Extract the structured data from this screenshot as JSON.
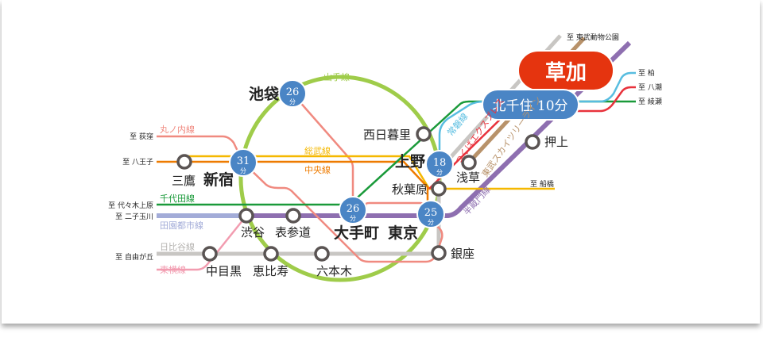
{
  "badges": {
    "soka": "草加",
    "kitasenju": "北千住 10分"
  },
  "lines": {
    "yamanote": "山手線",
    "marunouchi": "丸ノ内線",
    "sobu": "総武線",
    "chuo": "中央線",
    "chiyoda": "千代田線",
    "denentoshi": "田園都市線",
    "hibiya": "日比谷線",
    "toyoko": "東横線",
    "joban": "常磐線",
    "tsukuba": "つくばエクスプレス",
    "skytree": "東武スカイツリーライン",
    "hanzomon": "半蔵門線"
  },
  "destinations": {
    "ogikubo": "至 荻窪",
    "hachioji": "至 八王子",
    "yoyogiuehara": "至 代々木上原",
    "futakotamagawa": "至 二子玉川",
    "jiyugaoka": "至 自由が丘",
    "funabashi": "至 船橋",
    "tobudobutsukoen": "至 東武動物公園",
    "kashiwa": "至 柏",
    "yashio": "至 八潮",
    "ayase": "至 綾瀬"
  },
  "hubs": [
    {
      "station": "池袋",
      "minutes": "26",
      "unit": "分"
    },
    {
      "station": "新宿",
      "minutes": "31",
      "unit": "分"
    },
    {
      "station": "大手町",
      "minutes": "26",
      "unit": "分"
    },
    {
      "station": "上野",
      "minutes": "18",
      "unit": "分"
    },
    {
      "station": "東京",
      "minutes": "25",
      "unit": "分"
    }
  ],
  "stations": {
    "mitaka": "三鷹",
    "shibuya": "渋谷",
    "omotesando": "表参道",
    "nakameguro": "中目黒",
    "ebisu": "恵比寿",
    "roppongi": "六本木",
    "ginza": "銀座",
    "akihabara": "秋葉原",
    "nishinippori": "西日暮里",
    "asakusa": "浅草",
    "oshiage": "押上"
  },
  "colors": {
    "soka": "#e5340f",
    "hub": "#4a85c5",
    "yamanote": "#9fcc4a",
    "marunouchi": "#f08a80",
    "sobu": "#f5b800",
    "chuo": "#ee7b00",
    "chiyoda": "#1a9a3a",
    "hanzomon": "#8e6fb0",
    "hibiya": "#c8c6c3",
    "joban": "#58bde0",
    "tsukuba": "#e8323c",
    "skytree": "#b8926a"
  }
}
